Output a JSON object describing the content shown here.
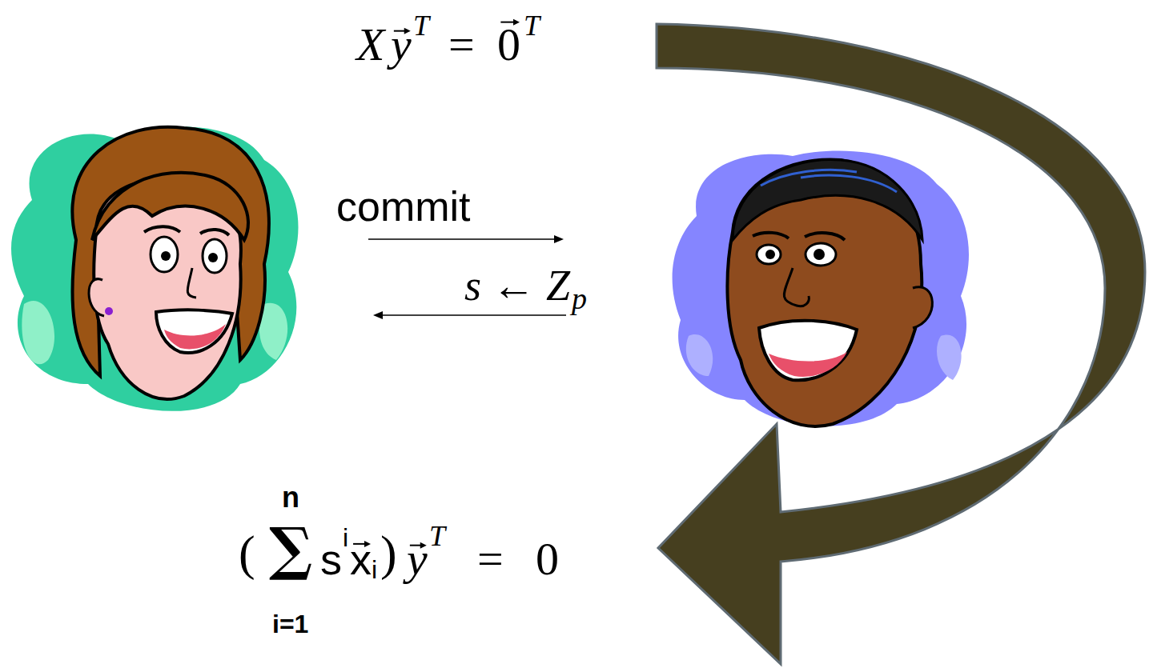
{
  "diagram": {
    "labels": [
      "X",
      "y",
      "T",
      "=",
      "0",
      "T",
      "commit",
      "s ← Z",
      "p",
      "(",
      "∑",
      "n",
      "i=1",
      "s",
      "i",
      "x",
      "i",
      ")",
      "y",
      "T",
      "=",
      "0"
    ]
  }
}
